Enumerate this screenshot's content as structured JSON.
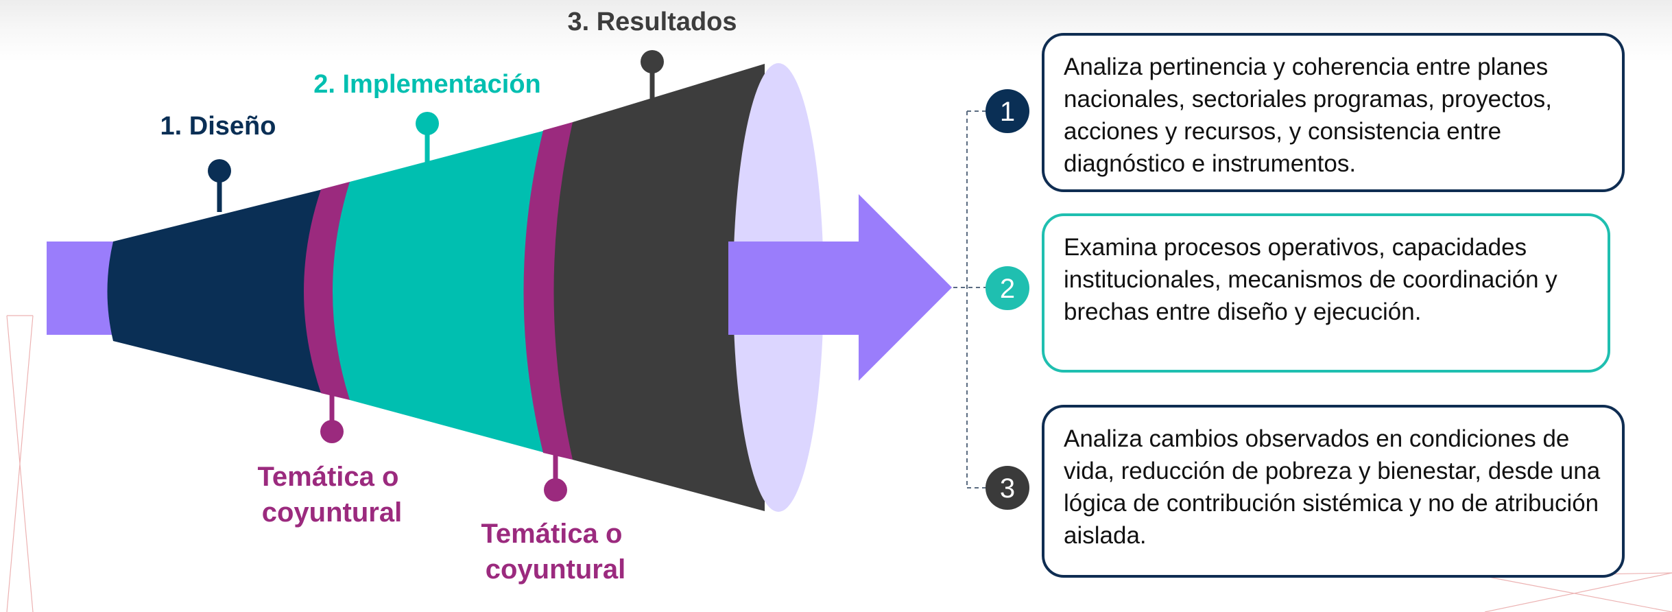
{
  "stages": [
    {
      "label": "1. Diseño",
      "color": "#0a2f55"
    },
    {
      "label": "2. Implementación",
      "color": "#00bfb0"
    },
    {
      "label": "3. Resultados",
      "color": "#3d3d3d"
    }
  ],
  "crosscutting": [
    {
      "label_line1": "Temática o",
      "label_line2": "coyuntural",
      "color": "#9b2a7e"
    },
    {
      "label_line1": "Temática o",
      "label_line2": "coyuntural",
      "color": "#9b2a7e"
    }
  ],
  "arrow_color": "#9a7dfb",
  "descriptions": [
    {
      "number": "1",
      "text": "Analiza pertinencia y coherencia entre planes nacionales, sectoriales programas, proyectos, acciones y recursos, y consistencia entre diagnóstico e instrumentos.",
      "color": "#0f2d52"
    },
    {
      "number": "2",
      "text": "Examina procesos operativos, capacidades institucionales, mecanismos de coordinación y brechas entre diseño y ejecución.",
      "color": "#1fbfb0"
    },
    {
      "number": "3",
      "text": "Analiza cambios observados en condiciones de vida, reducción de pobreza y bienestar, desde una lógica de contribución sistémica y no de atribución aislada.",
      "color": "#3a3a3a"
    }
  ]
}
